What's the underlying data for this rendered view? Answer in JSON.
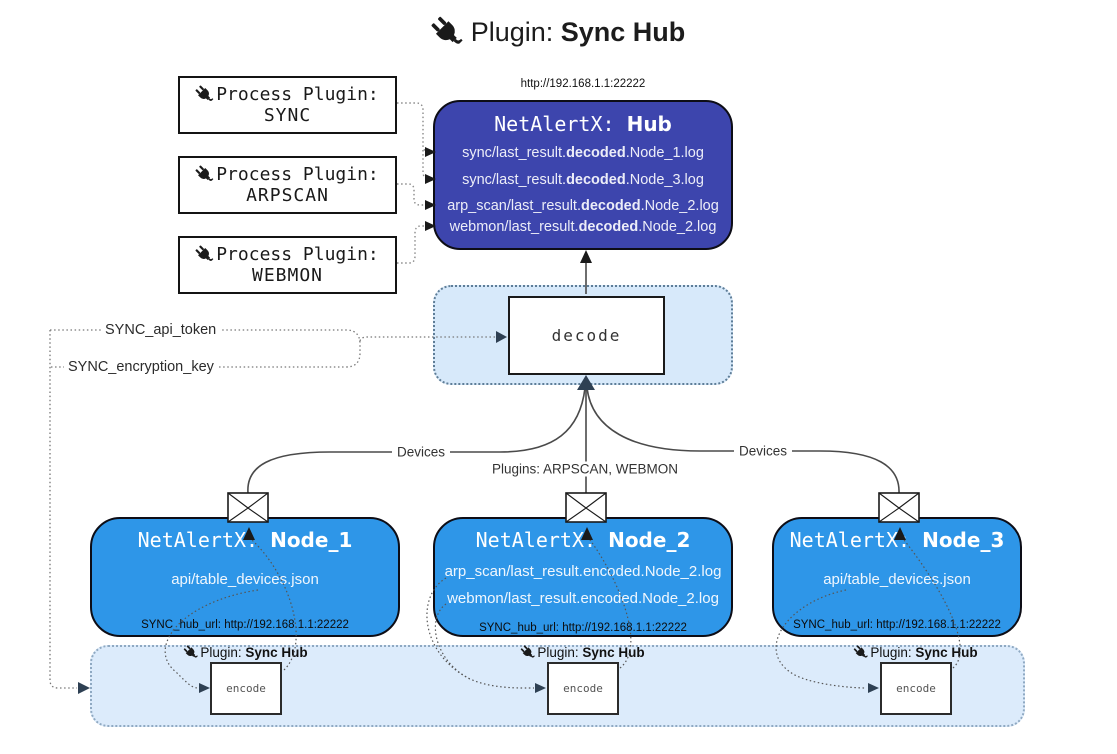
{
  "title": {
    "prefix": "Plugin: ",
    "name": "Sync Hub"
  },
  "colors": {
    "hub": "#3d45ad",
    "node": "#2e96e8",
    "decode_panel": "#d7e9fa",
    "encode_panel": "#dcebfb"
  },
  "process_plugins": [
    {
      "label": "Process Plugin:",
      "name": "SYNC"
    },
    {
      "label": "Process Plugin:",
      "name": "ARPSCAN"
    },
    {
      "label": "Process Plugin:",
      "name": "WEBMON"
    }
  ],
  "hub": {
    "url": "http://192.168.1.1:22222",
    "title_prefix": "NetAlertX: ",
    "title_name": "Hub",
    "logs": [
      {
        "pre": "sync/last_result.",
        "bold": "decoded",
        "post": ".Node_1.log"
      },
      {
        "pre": "sync/last_result.",
        "bold": "decoded",
        "post": ".Node_3.log"
      },
      {
        "pre": "arp_scan/last_result.",
        "bold": "decoded",
        "post": ".Node_2.log"
      },
      {
        "pre": "webmon/last_result.",
        "bold": "decoded",
        "post": ".Node_2.log"
      }
    ]
  },
  "decode": {
    "label": "decode"
  },
  "keys": {
    "api_token": "SYNC_api_token",
    "encryption_key": "SYNC_encryption_key"
  },
  "edges": {
    "devices_left": "Devices",
    "plugins_mid": "Plugins: ARPSCAN, WEBMON",
    "devices_right": "Devices"
  },
  "nodes": [
    {
      "title_prefix": "NetAlertX: ",
      "title_name": "Node_1",
      "lines": [
        "api/table_devices.json"
      ],
      "hub_url": "SYNC_hub_url: http://192.168.1.1:22222"
    },
    {
      "title_prefix": "NetAlertX: ",
      "title_name": "Node_2",
      "lines": [
        "arp_scan/last_result.encoded.Node_2.log",
        "webmon/last_result.encoded.Node_2.log"
      ],
      "hub_url": "SYNC_hub_url: http://192.168.1.1:22222"
    },
    {
      "title_prefix": "NetAlertX: ",
      "title_name": "Node_3",
      "lines": [
        "api/table_devices.json"
      ],
      "hub_url": "SYNC_hub_url: http://192.168.1.1:22222"
    }
  ],
  "encoders": [
    {
      "label_prefix": "Plugin: ",
      "label_name": "Sync Hub",
      "box": "encode"
    },
    {
      "label_prefix": "Plugin: ",
      "label_name": "Sync Hub",
      "box": "encode"
    },
    {
      "label_prefix": "Plugin: ",
      "label_name": "Sync Hub",
      "box": "encode"
    }
  ]
}
